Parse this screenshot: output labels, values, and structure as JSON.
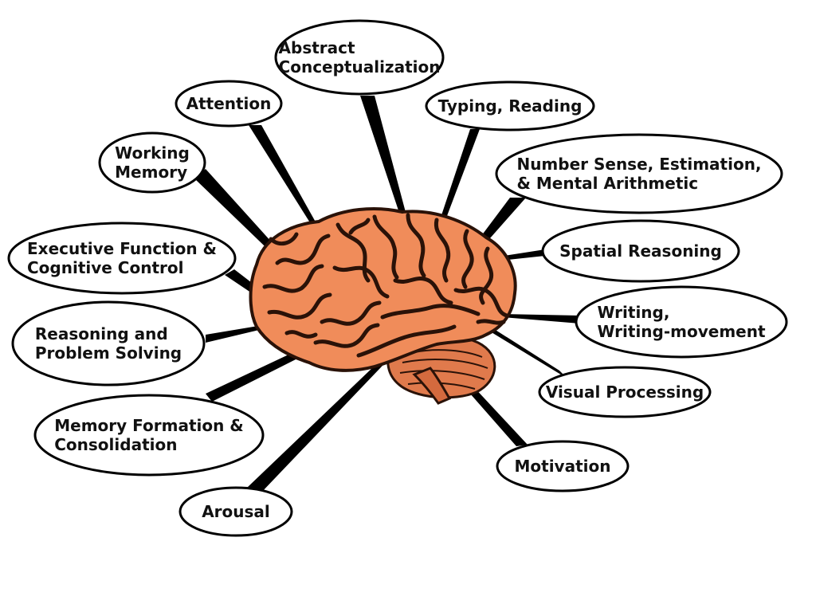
{
  "diagram": {
    "labels": [
      {
        "id": "abstract",
        "text": "Abstract\nConceptualization"
      },
      {
        "id": "attention",
        "text": "Attention"
      },
      {
        "id": "typing",
        "text": "Typing, Reading"
      },
      {
        "id": "working",
        "text": "Working\nMemory"
      },
      {
        "id": "number",
        "text": "Number Sense, Estimation,\n& Mental Arithmetic"
      },
      {
        "id": "executive",
        "text": "Executive Function &\nCognitive Control"
      },
      {
        "id": "spatial",
        "text": "Spatial Reasoning"
      },
      {
        "id": "reasoning",
        "text": "Reasoning and\nProblem Solving"
      },
      {
        "id": "writing",
        "text": "Writing,\nWriting-movement"
      },
      {
        "id": "visual",
        "text": "Visual Processing"
      },
      {
        "id": "memoryform",
        "text": "Memory Formation &\nConsolidation"
      },
      {
        "id": "motivation",
        "text": "Motivation"
      },
      {
        "id": "arousal",
        "text": "Arousal"
      }
    ]
  },
  "colors": {
    "brain_fill": "#f08c5a",
    "brain_outline": "#2a1208",
    "sulci": "#2a1208",
    "connector": "#000000",
    "bubble_fill": "#ffffff",
    "bubble_stroke": "#000000"
  },
  "icons": {
    "brain": "brain-illustration"
  }
}
